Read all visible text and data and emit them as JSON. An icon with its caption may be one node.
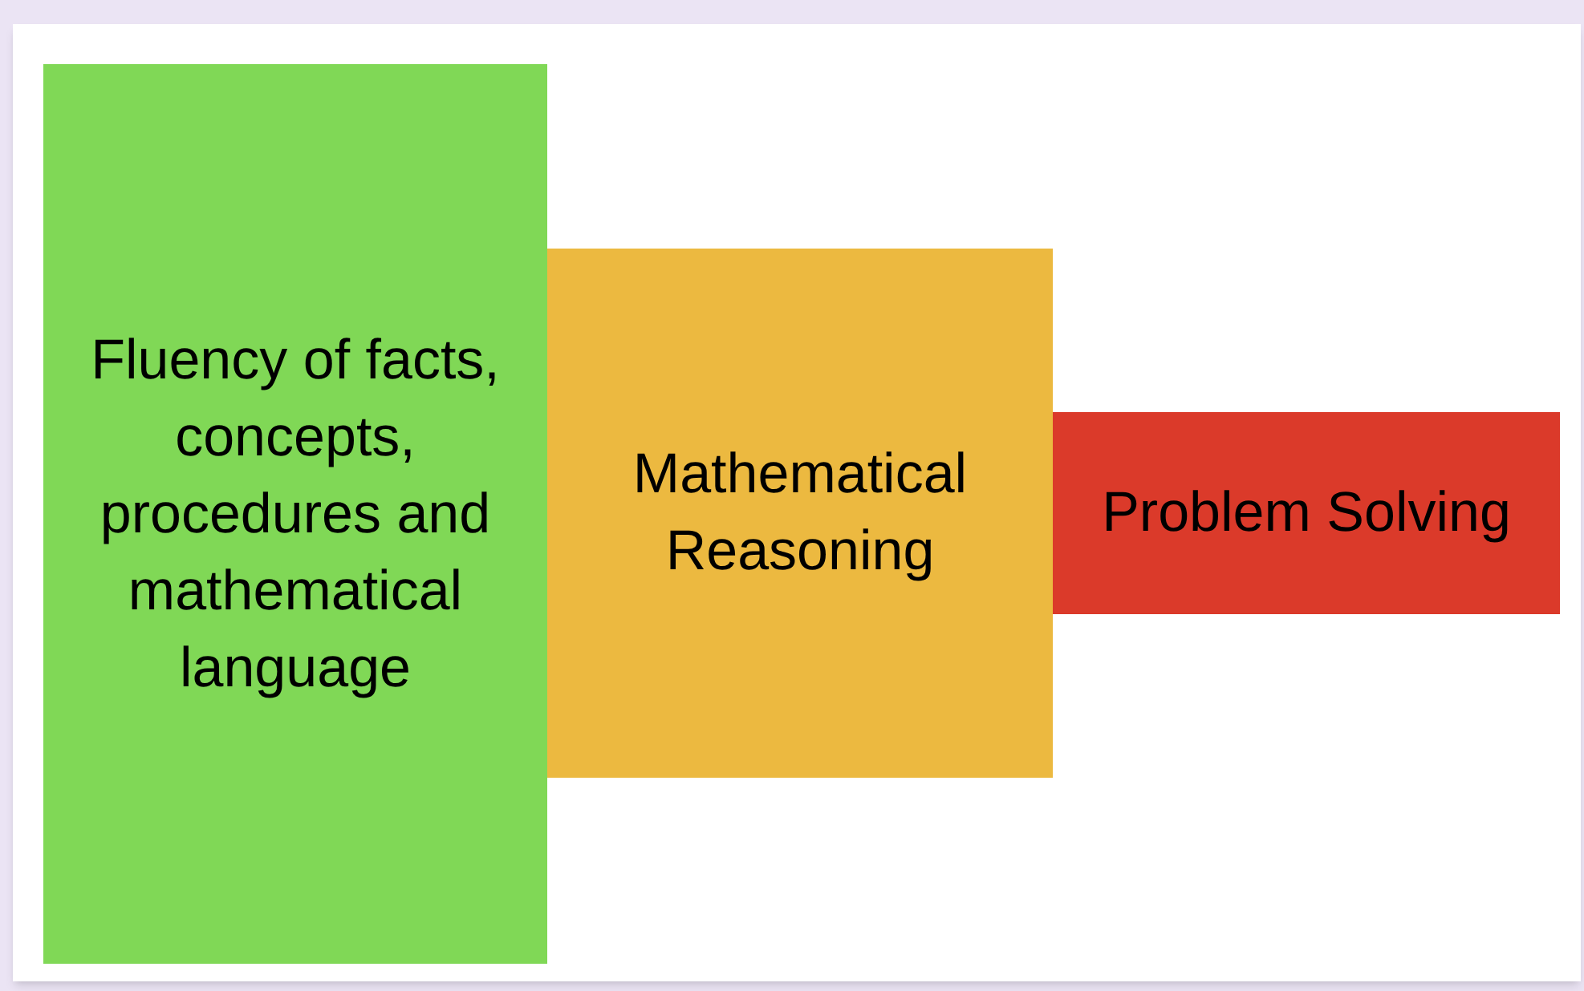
{
  "diagram": {
    "nodes": [
      {
        "text": [
          "Fluency of facts, concepts, procedures and mathematical language"
        ]
      },
      {
        "text": [
          "Mathematical Reasoning"
        ]
      },
      {
        "text": [
          "Problem Solving"
        ]
      }
    ]
  }
}
